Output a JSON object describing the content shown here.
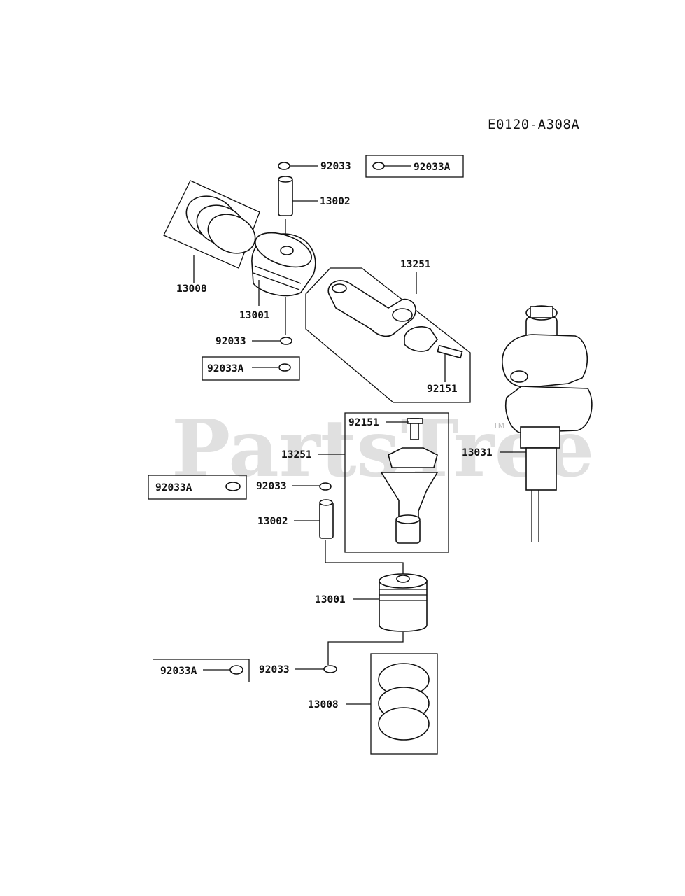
{
  "diagram_code": "E0120-A308A",
  "watermark": "PartsTree",
  "watermark_tm": "TM",
  "labels": {
    "top_clip": "92033",
    "top_clip_alt": "92033A",
    "top_pin": "13002",
    "top_rings": "13008",
    "top_piston": "13001",
    "upper_lower_clip": "92033",
    "upper_lower_clip_alt": "92033A",
    "top_rod": "13251",
    "top_bolt": "92151",
    "lower_bolt": "92151",
    "lower_rod": "13251",
    "crankshaft": "13031",
    "mid_clip_alt": "92033A",
    "mid_clip": "92033",
    "mid_pin": "13002",
    "lower_piston": "13001",
    "bottom_clip_alt": "92033A",
    "bottom_clip": "92033",
    "bottom_rings": "13008"
  }
}
